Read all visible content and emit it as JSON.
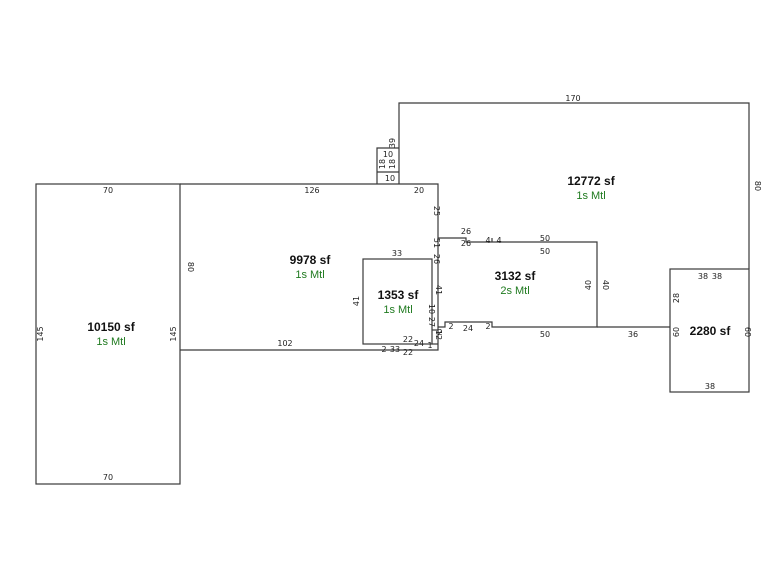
{
  "sections": {
    "s1": {
      "area": "10150 sf",
      "desc": "1s Mtl"
    },
    "s2": {
      "area": "9978 sf",
      "desc": "1s Mtl"
    },
    "s3": {
      "area": "1353 sf",
      "desc": "1s Mtl"
    },
    "s4": {
      "area": "3132 sf",
      "desc": "2s Mtl"
    },
    "s5": {
      "area": "12772 sf",
      "desc": "1s Mtl"
    },
    "s6": {
      "area": "2280 sf"
    }
  },
  "dims": {
    "d1": "70",
    "d2": "145",
    "d3": "70",
    "d4": "145",
    "d5": "126",
    "d6": "20",
    "d7": "80",
    "d8": "102",
    "d9": "25",
    "d10": "51",
    "d11": "26",
    "d12": "33",
    "d13": "41",
    "d14": "22",
    "d15": "24",
    "d16": "22",
    "d17": "33",
    "d18": "2",
    "d19": "10",
    "d20": "41",
    "d21": "27",
    "d22": "12",
    "d23": "2",
    "d24": "1",
    "d25": "26",
    "d26": "26",
    "d27": "4",
    "d28": "4",
    "d29": "50",
    "d30": "50",
    "d31": "40",
    "d32": "40",
    "d33": "50",
    "d34": "24",
    "d35": "2",
    "d36": "2",
    "d37": "36",
    "d38": "170",
    "d39": "80",
    "d40": "39",
    "d41": "10",
    "d42": "18",
    "d43": "18",
    "d44": "10",
    "d45": "38",
    "d46": "38",
    "d47": "28",
    "d48": "60",
    "d49": "60",
    "d50": "38"
  }
}
